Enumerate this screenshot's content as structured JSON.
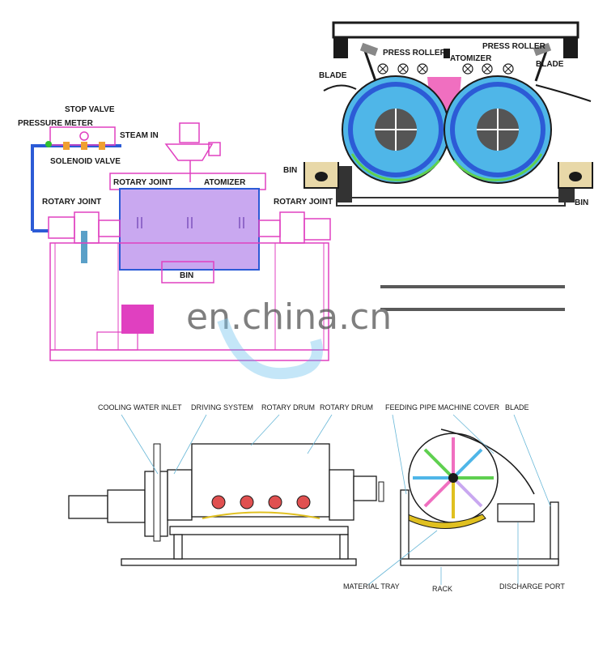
{
  "panel_a": {
    "stop_valve": "STOP VALVE",
    "pressure_meter": "PRESSURE METER",
    "steam_in": "STEAM IN",
    "solenoid_valve": "SOLENOID VALVE",
    "rotary_joint_top": "ROTARY JOINT",
    "atomizer": "ATOMIZER",
    "rotary_joint_left": "ROTARY JOINT",
    "rotary_joint_right": "ROTARY JOINT",
    "bin": "BIN"
  },
  "panel_b": {
    "press_roller_left": "PRESS ROLLER",
    "press_roller_right": "PRESS ROLLER",
    "atomizer": "ATOMIZER",
    "blade_left": "BLADE",
    "blade_right": "BLADE",
    "bin_left": "BIN",
    "bin_right": "BIN"
  },
  "watermark": {
    "text": "en.china.cn"
  },
  "panel_c": {
    "cooling_water_inlet": "COOLING WATER INLET",
    "driving_system": "DRIVING SYSTEM",
    "rotary_drum_1": "ROTARY DRUM",
    "rotary_drum_2": "ROTARY DRUM",
    "feeding_pipe": "FEEDING PIPE",
    "machine_cover": "MACHINE COVER",
    "blade": "BLADE",
    "material_tray": "MATERIAL TRAY",
    "rack": "RACK",
    "discharge_port": "DISCHARGE PORT"
  },
  "colors": {
    "line_magenta": "#e040c0",
    "drum_purple": "#c9a8f0",
    "frame_blue": "#2c5bd6",
    "drum_cyan": "#4fb6e8",
    "pink": "#f06fc0"
  }
}
